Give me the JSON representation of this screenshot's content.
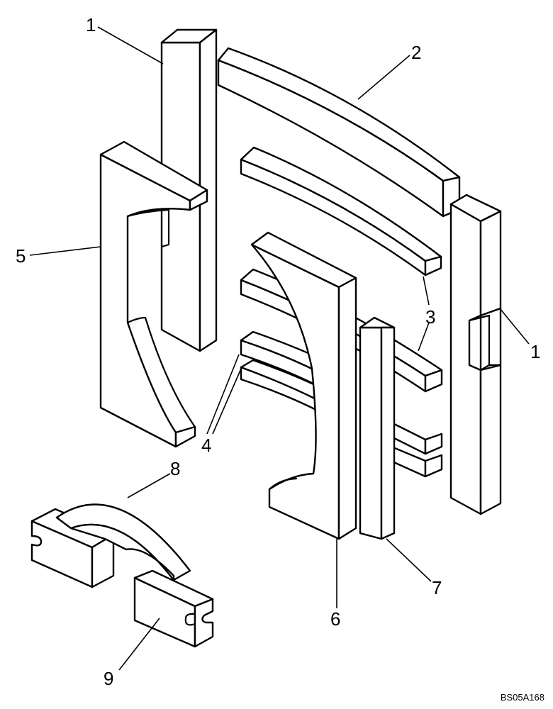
{
  "callouts": {
    "c1_top": "1",
    "c1_right": "1",
    "c2": "2",
    "c3": "3",
    "c4": "4",
    "c5": "5",
    "c6": "6",
    "c7": "7",
    "c8": "8",
    "c9": "9"
  },
  "drawing_code": "BS05A168",
  "colors": {
    "line": "#000000",
    "fill": "#ffffff"
  }
}
